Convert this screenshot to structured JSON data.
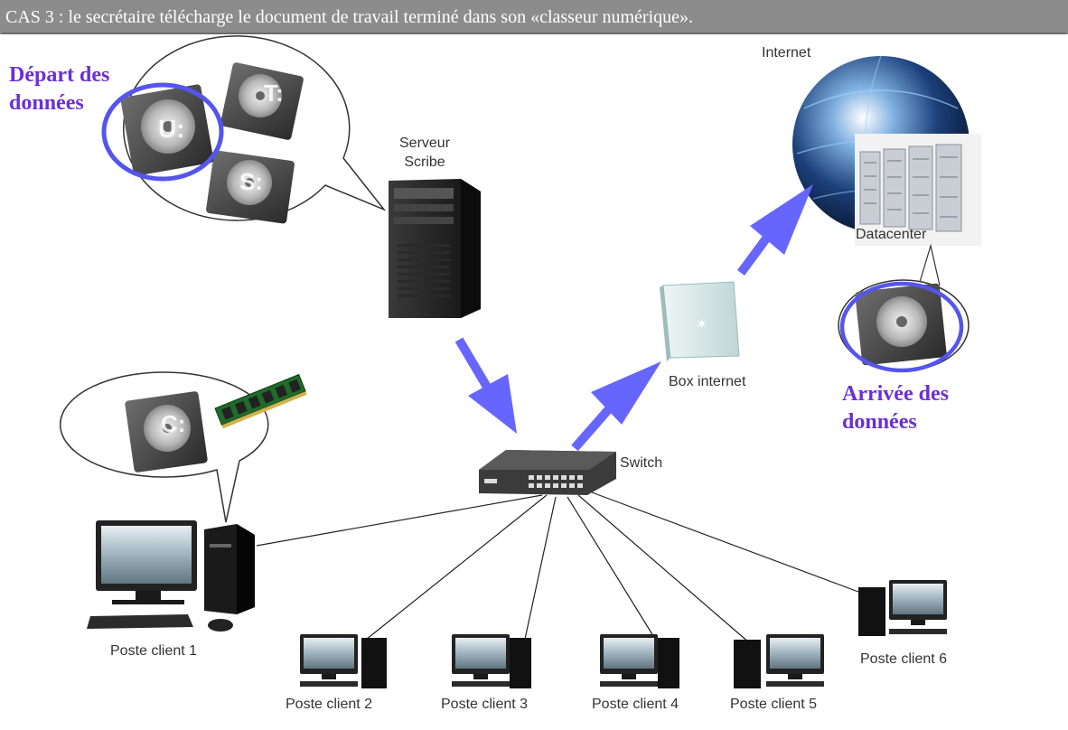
{
  "header": {
    "title": "CAS 3 : le secrétaire télécharge le document de travail terminé dans son «classeur numérique»."
  },
  "labels": {
    "depart_line1": "Départ des",
    "depart_line2": "données",
    "arrivee_line1": "Arrivée des",
    "arrivee_line2": "données",
    "internet": "Internet",
    "datacenter": "Datacenter",
    "serveur_line1": "Serveur",
    "serveur_line2": "Scribe",
    "box": "Box internet",
    "switch": "Switch",
    "clients": [
      "Poste client 1",
      "Poste client 2",
      "Poste client 3",
      "Poste client 4",
      "Poste client 5",
      "Poste client 6"
    ]
  },
  "drives": {
    "u": "U:",
    "t": "T:",
    "s": "S:",
    "c": "C:"
  },
  "colors": {
    "arrow": "#6666ff",
    "highlight": "#5555ee",
    "label_purple": "#6b2fd6",
    "header_bg": "#8c8c8c"
  }
}
